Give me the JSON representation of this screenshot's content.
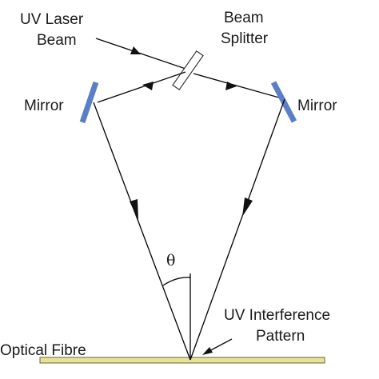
{
  "labels": {
    "uv_laser_beam_line1": "UV Laser",
    "uv_laser_beam_line2": "Beam",
    "beam_splitter_line1": "Beam",
    "beam_splitter_line2": "Splitter",
    "mirror_left": "Mirror",
    "mirror_right": "Mirror",
    "theta": "θ",
    "interference_line1": "UV Interference",
    "interference_line2": "Pattern",
    "optical_fibre": "Optical Fibre"
  },
  "colors": {
    "mirror": "#5b7fc7",
    "fibre_fill": "#e6e29a",
    "fibre_stroke": "#6b6a2a",
    "splitter_fill": "#ffffff",
    "line": "#111111"
  }
}
